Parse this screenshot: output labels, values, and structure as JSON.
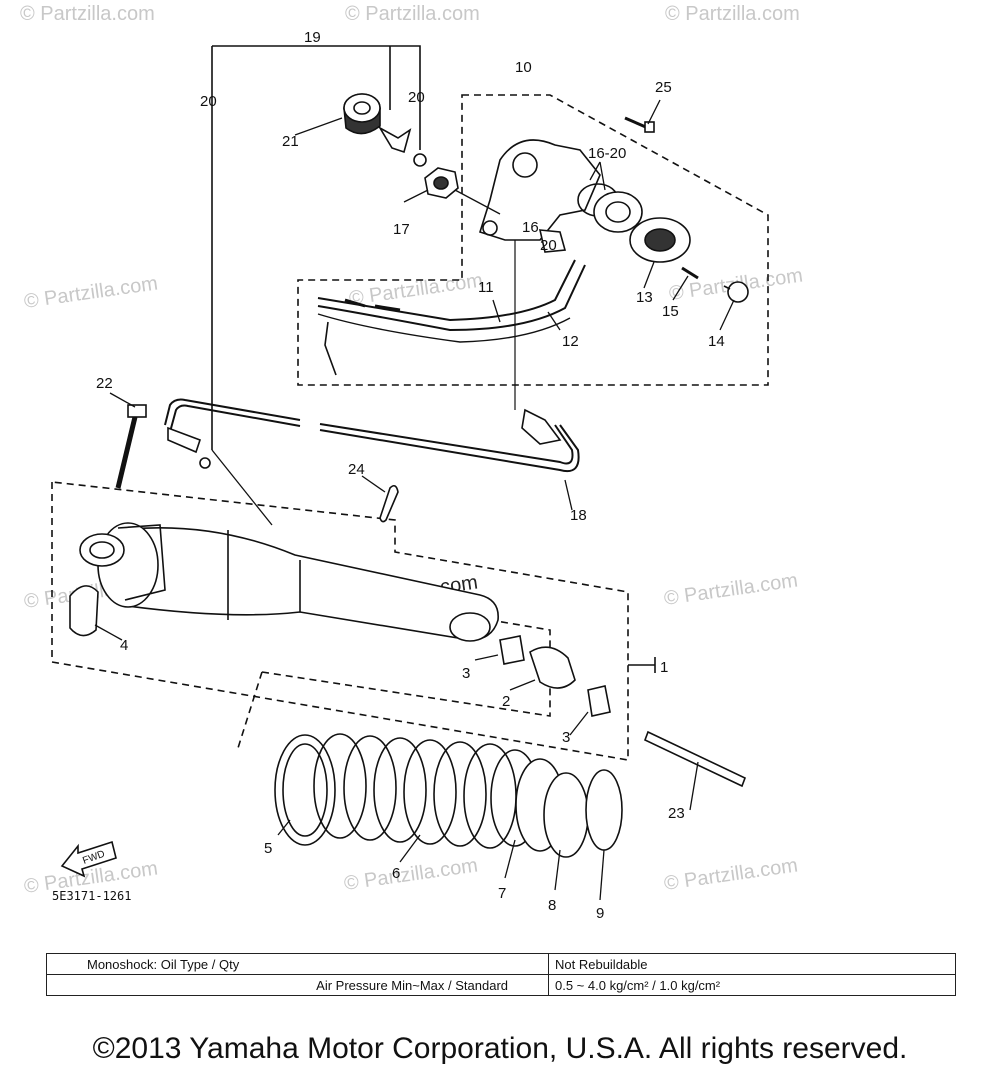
{
  "watermark": "© Partzilla.com",
  "diagram_code": "5E3171-1261",
  "fwd_label": "FWD",
  "callouts": {
    "c1": "1",
    "c2": "2",
    "c3a": "3",
    "c3b": "3",
    "c4": "4",
    "c5": "5",
    "c6": "6",
    "c7": "7",
    "c8": "8",
    "c9": "9",
    "c10": "10",
    "c11": "11",
    "c12": "12",
    "c13": "13",
    "c14": "14",
    "c15": "15",
    "c16": "16",
    "c16_20": "16-20",
    "c17": "17",
    "c18": "18",
    "c19": "19",
    "c20a": "20",
    "c20b": "20",
    "c20c": "20",
    "c21": "21",
    "c22": "22",
    "c23": "23",
    "c24": "24",
    "c25": "25"
  },
  "spec_table": {
    "row1_label": "Monoshock: Oil Type / Qty",
    "row1_value": "Not Rebuildable",
    "row2_label": "Air Pressure Min~Max / Standard",
    "row2_value": "0.5 ~ 4.0 kg/cm² / 1.0 kg/cm²"
  },
  "copyright": "©2013 Yamaha Motor Corporation, U.S.A. All rights reserved."
}
